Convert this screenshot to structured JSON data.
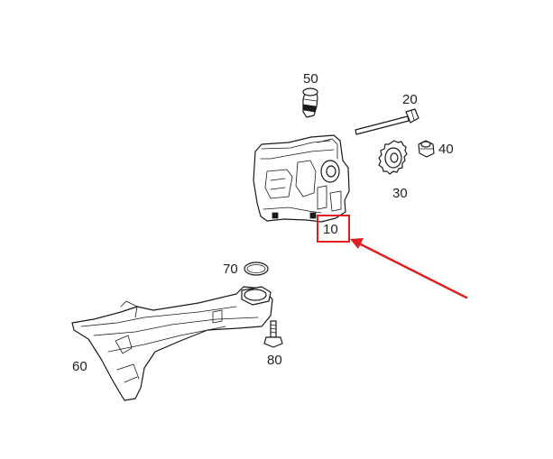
{
  "parts": [
    {
      "id": "p10",
      "label": "10",
      "name": "oil-pump"
    },
    {
      "id": "p20",
      "label": "20",
      "name": "bolt"
    },
    {
      "id": "p30",
      "label": "30",
      "name": "sprocket"
    },
    {
      "id": "p40",
      "label": "40",
      "name": "nut"
    },
    {
      "id": "p50",
      "label": "50",
      "name": "valve"
    },
    {
      "id": "p60",
      "label": "60",
      "name": "oil-pickup-tube"
    },
    {
      "id": "p70",
      "label": "70",
      "name": "o-ring"
    },
    {
      "id": "p80",
      "label": "80",
      "name": "bolt"
    }
  ],
  "highlight": {
    "part": "10",
    "color": "#e02020"
  }
}
